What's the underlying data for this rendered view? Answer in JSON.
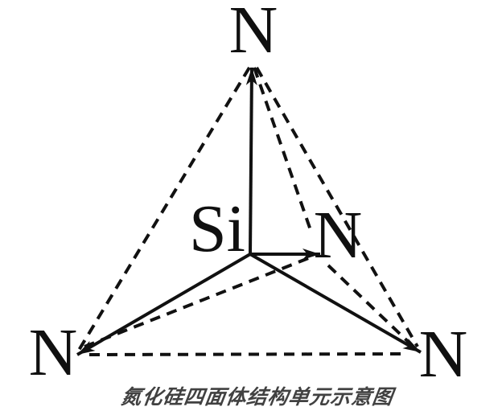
{
  "page": {
    "background": "#ffffff"
  },
  "colors": {
    "line": "#111111",
    "label": "#101010",
    "caption": "#414141"
  },
  "diagram": {
    "caption": "氮化硅四面体结构单元示意图",
    "type": "tetrahedron-structure-unit",
    "compound": "Si3N4",
    "atoms": {
      "n_top": {
        "symbol": "N",
        "element": "nitrogen",
        "position": "top vertex"
      },
      "si_center": {
        "symbol": "Si",
        "element": "silicon",
        "position": "center"
      },
      "n_back": {
        "symbol": "N",
        "element": "nitrogen",
        "position": "middle-right (back) vertex"
      },
      "n_left": {
        "symbol": "N",
        "element": "nitrogen",
        "position": "bottom-left vertex"
      },
      "n_right": {
        "symbol": "N",
        "element": "nitrogen",
        "position": "bottom-right vertex"
      }
    },
    "solid_arrow_bonds": [
      "Si to N(top)",
      "Si to N(back)",
      "Si to N(bottom-left)",
      "Si to N(bottom-right)"
    ],
    "dashed_edges": [
      "N(top) to N(bottom-left)",
      "N(top) to N(back)",
      "N(top) to N(bottom-right)",
      "N(bottom-left) to N(bottom-right)",
      "N(bottom-left) to N(back)",
      "N(back) to N(bottom-right)"
    ]
  }
}
